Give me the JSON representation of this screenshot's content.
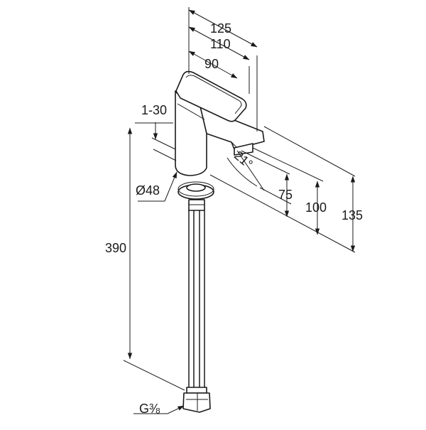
{
  "drawing": {
    "dimensions": {
      "width_125": "125",
      "width_110": "110",
      "width_90": "90",
      "tilt": "1-30",
      "angle": "21°",
      "diameter": "Ø48",
      "height_75": "75",
      "height_100": "100",
      "height_135": "135",
      "hose_length": "390",
      "thread": "G⅜"
    },
    "colors": {
      "line": "#1a1a1a",
      "background": "#ffffff"
    }
  }
}
